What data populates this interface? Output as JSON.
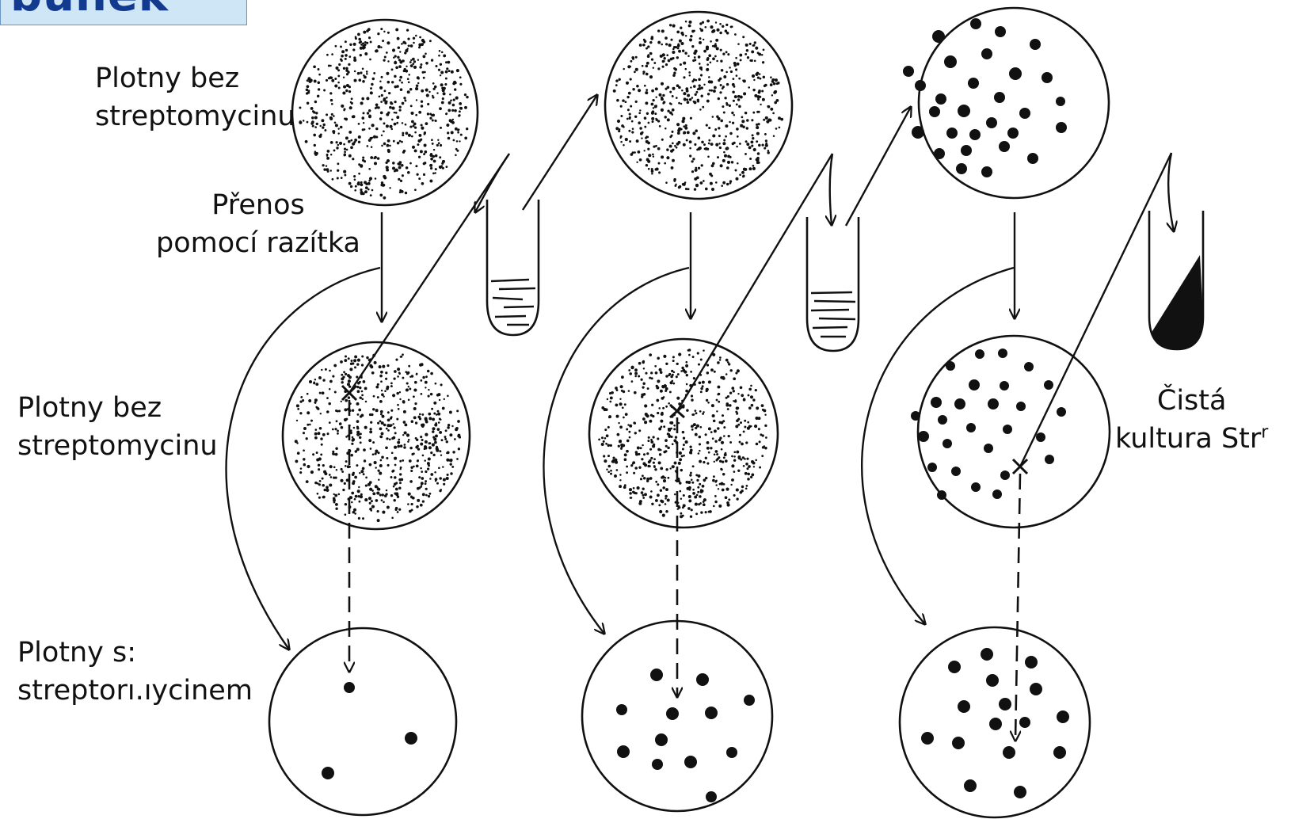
{
  "title": "buněk",
  "labels": {
    "row1": "Plotny bez\nstreptomycinu",
    "transfer": "Přenos\npomocí razítka",
    "row2": "Plotny bez\nstreptomycinu",
    "row3": "Plotny s:\nstreptorı.ıycinem",
    "pure_culture": "Čistá\nkultura Str",
    "pure_culture_sup": "r"
  },
  "colors": {
    "title_bg": "#cfe6f7",
    "title_border": "#6b94c2",
    "title_text": "#123a8f",
    "ink": "#111111"
  },
  "icons": [
    "petri-dish-icon",
    "test-tube-icon",
    "arrow-icon",
    "colony-icon"
  ]
}
